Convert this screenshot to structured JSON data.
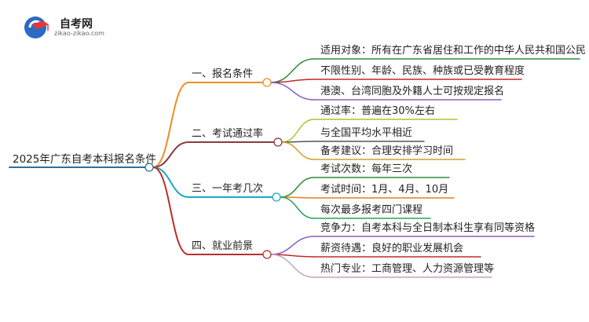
{
  "logo": {
    "name": "自考网",
    "url": "zikao-zikao.com"
  },
  "root": {
    "label": "2025年广东自考本科报名条件"
  },
  "colors": {
    "root_line": "#2f6f99",
    "branches": [
      "#f28c28",
      "#8b3a3a",
      "#1aa9c2",
      "#b5312c"
    ],
    "leaves": [
      [
        "#2e8b3a",
        "#c62828",
        "#8e5cc4"
      ],
      [
        "#a8c530",
        "#555555",
        "#d4a12a"
      ],
      [
        "#2e8b3a",
        "#e67e22",
        "#27a35a"
      ],
      [
        "#8e5cc4",
        "#c62828",
        "#c9a0c0"
      ]
    ]
  },
  "branches": [
    {
      "label": "一、报名条件",
      "leaves": [
        "适用对象：所有在广东省居住和工作的中华人民共和国公民",
        "不限性别、年龄、民族、种族或已受教育程度",
        "港澳、台湾同胞及外籍人士可按规定报名"
      ]
    },
    {
      "label": "二、考试通过率",
      "leaves": [
        "通过率：普遍在30%左右",
        "与全国平均水平相近",
        "备考建议：合理安排学习时间"
      ]
    },
    {
      "label": "三、一年考几次",
      "leaves": [
        "考试次数：每年三次",
        "考试时间：1月、4月、10月",
        "每次最多报考四门课程"
      ]
    },
    {
      "label": "四、就业前景",
      "leaves": [
        "竞争力：自考本科与全日制本科生享有同等资格",
        "薪资待遇：良好的职业发展机会",
        "热门专业：工商管理、人力资源管理等"
      ]
    }
  ]
}
